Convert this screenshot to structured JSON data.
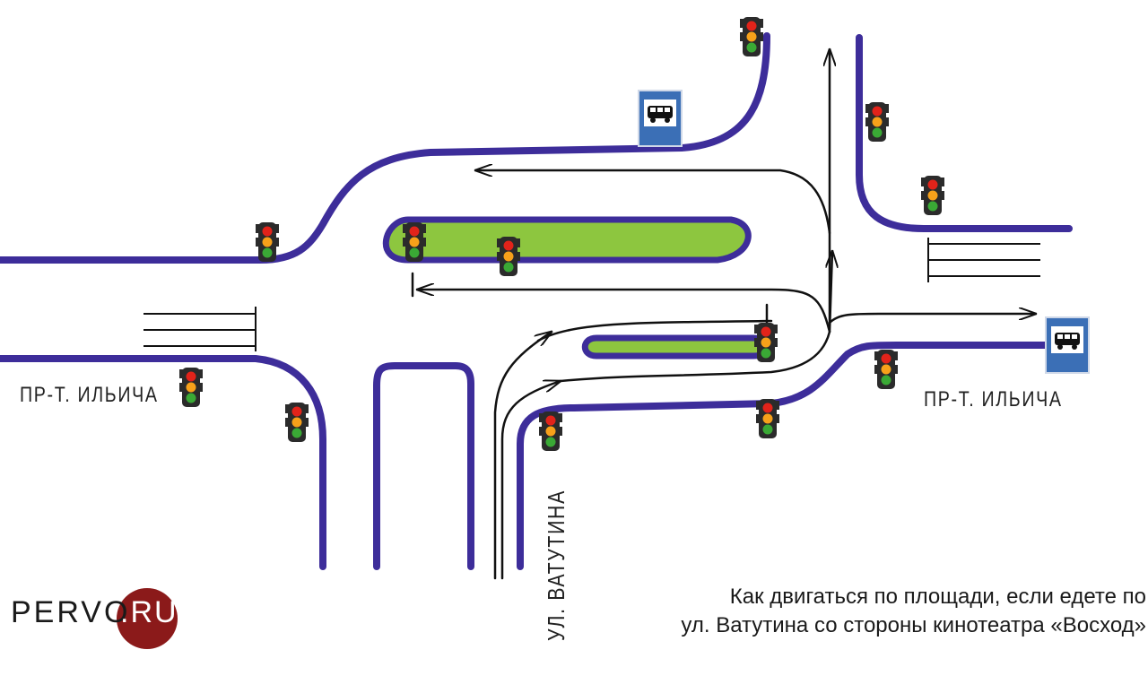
{
  "streets": {
    "ilyicha_left": "ПР-Т. ИЛЬИЧА",
    "ilyicha_right": "ПР-Т. ИЛЬИЧА",
    "vatutina": "УЛ. ВАТУТИНА"
  },
  "logo": {
    "text": "PERVO",
    "accent": ".RU"
  },
  "caption": {
    "line1": "Как двигаться по площади, если едете по",
    "line2": "ул. Ватутина со стороны кинотеатра «Восход»"
  },
  "colors": {
    "road": "#3d2d9a",
    "median_fill": "#8dc63f",
    "route": "#111111",
    "bus_sign": "#3b6fb6",
    "light_body": "#2b2b2b",
    "logo_circle": "#8b1a1a"
  },
  "icons": {
    "traffic_light": "traffic-light-icon",
    "bus_stop": "bus-stop-sign-icon"
  }
}
